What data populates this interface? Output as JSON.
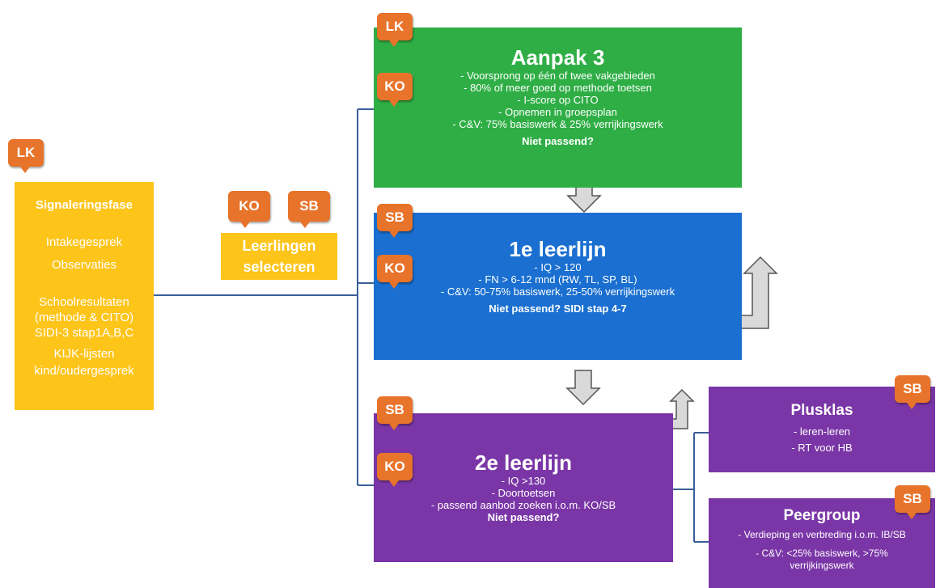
{
  "tags": {
    "lk": "LK",
    "ko": "KO",
    "sb": "SB"
  },
  "signalering": {
    "title": "Signaleringsfase",
    "items": [
      "Intakegesprek",
      "Observaties",
      "Schoolresultaten",
      "(methode & CITO)",
      "SIDI-3 stap1A,B,C",
      "KIJK-lijsten",
      "kind/oudergesprek"
    ]
  },
  "selecteren": {
    "line1": "Leerlingen",
    "line2": "selecteren"
  },
  "aanpak3": {
    "title": "Aanpak 3",
    "lines": [
      "- Voorsprong op één of twee vakgebieden",
      "- 80% of meer goed op methode toetsen",
      "- I-score op CITO",
      "- Opnemen in groepsplan",
      "- C&V: 75% basiswerk & 25% verrijkingswerk"
    ],
    "footer": "Niet passend?"
  },
  "leerlijn1": {
    "title": "1e leerlijn",
    "lines": [
      "- IQ > 120",
      "- FN > 6-12 mnd (RW, TL, SP, BL)",
      "- C&V: 50-75% basiswerk, 25-50% verrijkingswerk"
    ],
    "footer": "Niet passend? SIDI stap 4-7"
  },
  "leerlijn2": {
    "title": "2e leerlijn",
    "lines": [
      "- IQ >130",
      "- Doortoetsen",
      "- passend aanbod zoeken i.o.m. KO/SB"
    ],
    "footer": "Niet passend?"
  },
  "plusklas": {
    "title": "Plusklas",
    "lines": [
      "- leren-leren",
      "- RT voor HB"
    ]
  },
  "peergroup": {
    "title": "Peergroup",
    "lines": [
      "- Verdieping en verbreding i.o.m. IB/SB",
      "- C&V: <25% basiswerk, >75%",
      "verrijkingswerk"
    ]
  },
  "colors": {
    "yellow": "#fdc41a",
    "green": "#2fae45",
    "blue": "#1a6fd0",
    "purple": "#7a36a6",
    "tag": "#e8732a",
    "connector": "#3a5f9a"
  }
}
